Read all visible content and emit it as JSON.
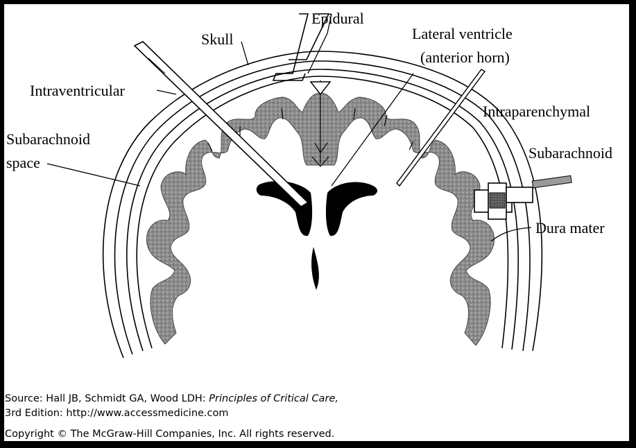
{
  "labels": {
    "epidural": "Epidural",
    "skull": "Skull",
    "lateral_ventricle_1": "Lateral ventricle",
    "lateral_ventricle_2": "(anterior horn)",
    "intraventricular": "Intraventricular",
    "intraparenchymal": "Intraparenchymal",
    "subarachnoid_space_1": "Subarachnoid",
    "subarachnoid_space_2": "space",
    "subarachnoid_probe": "Subarachnoid",
    "dura_mater": "Dura mater"
  },
  "source": {
    "prefix": "Source: Hall JB, Schmidt GA, Wood LDH: ",
    "title": "Principles of Critical Care,",
    "line2": "3rd Edition: http://www.accessmedicine.com",
    "copyright": "Copyright © The McGraw-Hill Companies, Inc. All rights reserved."
  },
  "colors": {
    "background_frame": "#000000",
    "canvas": "#ffffff",
    "cortex_gray": "#8a8a8a",
    "ventricle": "#000000"
  }
}
